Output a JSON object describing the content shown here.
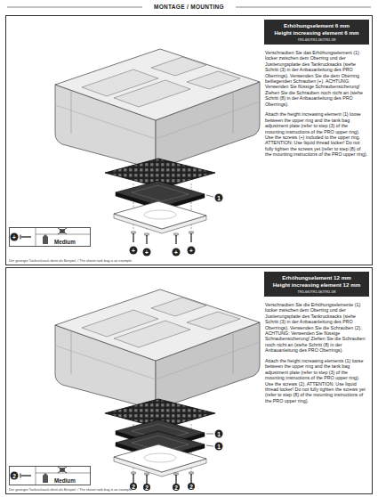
{
  "diagram": {
    "title": "MONTAGE / MOUNTING",
    "nodes": [
      {
        "text": [
          "Verschrauben Sie das Erhöhungselement (1) locker zwischen dem Oberring und der Justierungsplatte des Tankrucksacks (siehe Schritt (3) in der Anbauanleitung des PRO Oberrings). Verwenden Sie die dem Oberring beiliegenden Schrauben (+). ACHTUNG: Verwenden Sie flüssige Schraubensicherung! Ziehen Sie die Schrauben noch nicht an (siehe Schritt (8) in der Anbauanleitung des PRO Oberrings).",
          "Attach the height increasing element (1) loose between the upper ring and the tank bag adjustment plate (refer to step (3) of the mounting instructions of the PRO upper ring). Use the screws (+) included to the upper ring. ATTENTION: Use liquid thread locker! Do not fully tighten the screws yet (refer to step (8) of the mounting instructions of the PRO upper ring).",
          "Der gezeigte Tankrucksack dient als Beispiel. / The shown tank bag is an example."
        ]
      },
      {
        "text": [
          "Erhöhungselement 6 mm",
          "Height increasing element 6 mm",
          "TR1.6K/TR1.5K/TR1.5R"
        ],
        "in": 0
      },
      {
        "text": [
          "Medium"
        ],
        "in": 0
      },
      {
        "text": [
          "Verschrauben Sie die Erhöhungselemente (1) locker zwischen dem Oberring und der Justierungsplatte des Tankrucksacks (siehe Schritt (3) in der Anbauanleitung des PRO Oberrings). Verwenden Sie die Schrauben (2). ACHTUNG: Verwenden Sie flüssige Schraubensicherung! Ziehen Sie die Schrauben noch nicht an (siehe Schritt (8) in der Anbauanleitung des PRO Oberrings).",
          "Attach the height increasing elements (1) loose between the upper ring and the tank bag adjustment plate (refer to step (3) of the mounting instructions of the PRO upper ring). Use the screws (2). ATTENTION: Use liquid thread locker! Do not fully tighten the screws yet (refer to step (8) of the mounting instructions of the PRO upper ring).",
          "Der gezeigte Tankrucksack dient als Beispiel. / The shown tank bag is an example."
        ]
      },
      {
        "text": [
          "Erhöhungselement 12 mm",
          "Height increasing element 12 mm",
          "TR1.6K/TR1.5K/TR1.5R"
        ],
        "in": 3
      },
      {
        "text": [
          "Medium"
        ],
        "in": 3
      }
    ],
    "labels": [
      "1",
      "+",
      "+",
      "+",
      "+",
      "+",
      "1",
      "1",
      "2",
      "2",
      "2",
      "2",
      "2"
    ]
  }
}
